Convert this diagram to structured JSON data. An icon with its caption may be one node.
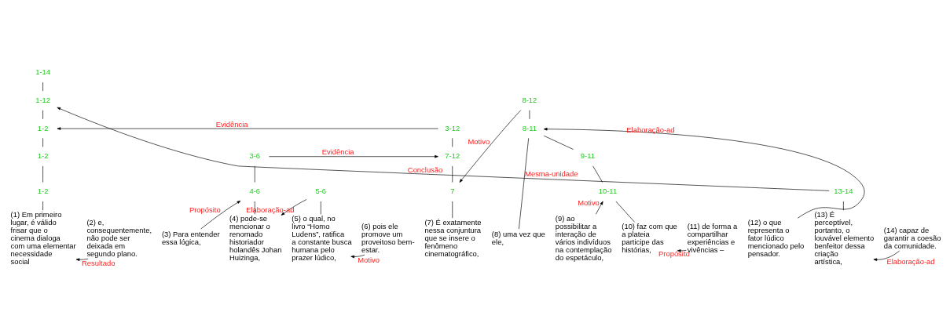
{
  "diagram": {
    "nodes": [
      {
        "text": [
          "1-14"
        ]
      },
      {
        "text": [
          "1-12"
        ]
      },
      {
        "text": [
          "13-14"
        ]
      },
      {
        "text": [
          "1-2"
        ]
      },
      {
        "text": [
          "3-12"
        ]
      },
      {
        "text": [
          "1-2"
        ]
      },
      {
        "text": [
          "3-6"
        ]
      },
      {
        "text": [
          "7-12"
        ]
      },
      {
        "text": [
          "1-2"
        ]
      },
      {
        "text": [
          "(3) Para entender essa lógica,"
        ]
      },
      {
        "text": [
          "4-6"
        ]
      },
      {
        "text": [
          "7"
        ]
      },
      {
        "text": [
          "8-12"
        ]
      },
      {
        "text": [
          "(13) É perceptível, portanto, o louvável elemento benfeitor dessa criação artística,"
        ]
      },
      {
        "text": [
          "(14) capaz de garantir a coesão da comunidade."
        ]
      },
      {
        "text": [
          "(1) Em primeiro lugar, é válido frisar que o cinema dialoga com uma elementar necessidade social"
        ]
      },
      {
        "text": [
          "(2) e, consequentemente, não pode ser deixada em segundo plano."
        ]
      },
      {
        "text": [
          "(4) pode-se mencionar o renomado historiador holandês Johan Huizinga,"
        ]
      },
      {
        "text": [
          "5-6"
        ]
      },
      {
        "text": [
          "(7) É exatamente nessa conjuntura que se insere o fenômeno cinematográfico,"
        ]
      },
      {
        "text": [
          "8-11"
        ]
      },
      {
        "text": [
          "(12) o que representa o fator lúdico mencionado pelo pensador."
        ]
      },
      {
        "text": [
          "(5) o qual, no livro “Homo Ludens”, ratifica a constante busca humana pelo prazer lúdico,"
        ]
      },
      {
        "text": [
          "(6) pois ele promove um proveitoso bem-estar."
        ]
      },
      {
        "text": [
          "(8) uma vez que ele,"
        ]
      },
      {
        "text": [
          "9-11"
        ]
      },
      {
        "text": [
          "(9) ao possibilitar a interação de vários indivíduos na contemplação do espetáculo,"
        ]
      },
      {
        "text": [
          "10-11"
        ]
      },
      {
        "text": [
          "(10) faz com que a plateia participe das histórias,"
        ]
      },
      {
        "text": [
          "(11) de forma a compartilhar experiências e vivências –"
        ]
      }
    ],
    "edges": [
      {
        "from": 0,
        "to": 1,
        "arrow": "none"
      },
      {
        "from": 2,
        "to": 1,
        "arrow": "to",
        "label": "Conclusão"
      },
      {
        "from": 2,
        "to": 13,
        "arrow": "none"
      },
      {
        "from": 14,
        "to": 13,
        "arrow": "to",
        "label": "Elaboração-ad"
      },
      {
        "from": 1,
        "to": 3,
        "arrow": "none"
      },
      {
        "from": 4,
        "to": 3,
        "arrow": "to",
        "label": "Evidência"
      },
      {
        "from": 3,
        "to": 5,
        "arrow": "none"
      },
      {
        "from": 5,
        "to": 8,
        "arrow": "none"
      },
      {
        "from": 8,
        "to": 15,
        "arrow": "none"
      },
      {
        "from": 16,
        "to": 15,
        "arrow": "to",
        "label": "Resultado"
      },
      {
        "from": 4,
        "to": 7,
        "arrow": "none"
      },
      {
        "from": 6,
        "to": 7,
        "arrow": "to",
        "label": "Evidência"
      },
      {
        "from": 7,
        "to": 11,
        "arrow": "none"
      },
      {
        "from": 12,
        "to": 11,
        "arrow": "to",
        "label": "Motivo"
      },
      {
        "from": 11,
        "to": 19,
        "arrow": "none"
      },
      {
        "from": 6,
        "to": 10,
        "arrow": "none"
      },
      {
        "from": 9,
        "to": 10,
        "arrow": "to",
        "label": "Propósito"
      },
      {
        "from": 10,
        "to": 17,
        "arrow": "none"
      },
      {
        "from": 18,
        "to": 17,
        "arrow": "to",
        "label": "Elaboração-ad"
      },
      {
        "from": 18,
        "to": 22,
        "arrow": "none"
      },
      {
        "from": 23,
        "to": 22,
        "arrow": "to",
        "label": "Motivo"
      },
      {
        "from": 12,
        "to": 20,
        "arrow": "none"
      },
      {
        "from": 21,
        "to": 20,
        "arrow": "to",
        "label": "Elaboração-ad"
      },
      {
        "from": 20,
        "to": 24,
        "arrow": "none",
        "label": "Mesma-unidade"
      },
      {
        "from": 20,
        "to": 25,
        "arrow": "none"
      },
      {
        "from": 25,
        "to": 27,
        "arrow": "none"
      },
      {
        "from": 26,
        "to": 27,
        "arrow": "to",
        "label": "Motivo"
      },
      {
        "from": 27,
        "to": 28,
        "arrow": "none"
      },
      {
        "from": 29,
        "to": 28,
        "arrow": "to",
        "label": "Propósito"
      }
    ]
  }
}
